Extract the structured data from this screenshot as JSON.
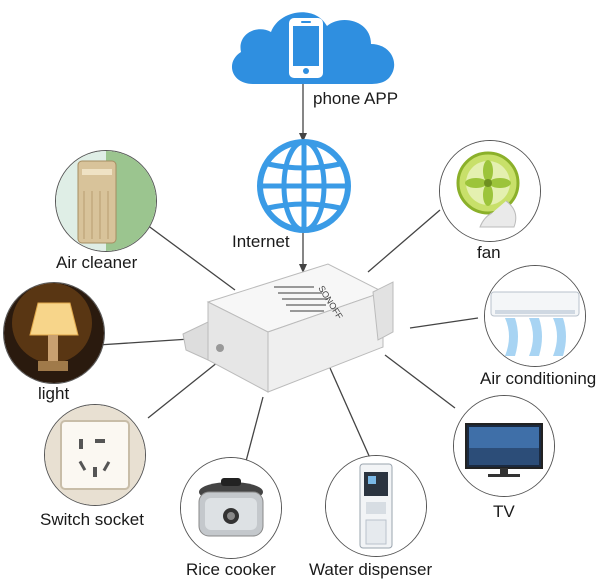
{
  "labels": {
    "phone_app": "phone APP",
    "internet": "Internet",
    "air_cleaner": "Air cleaner",
    "fan": "fan",
    "light": "light",
    "air_conditioning": "Air conditioning",
    "switch_socket": "Switch socket",
    "tv": "TV",
    "rice_cooker": "Rice cooker",
    "water_dispenser": "Water dispenser"
  },
  "device_brand": "SONOFF",
  "colors": {
    "cloud": "#2f8fe0",
    "globe": "#3a9be6",
    "line": "#444444",
    "device": "#f2f2f2"
  },
  "icons": {
    "cloud": "cloud-icon",
    "phone": "phone-icon",
    "globe": "globe-icon"
  }
}
